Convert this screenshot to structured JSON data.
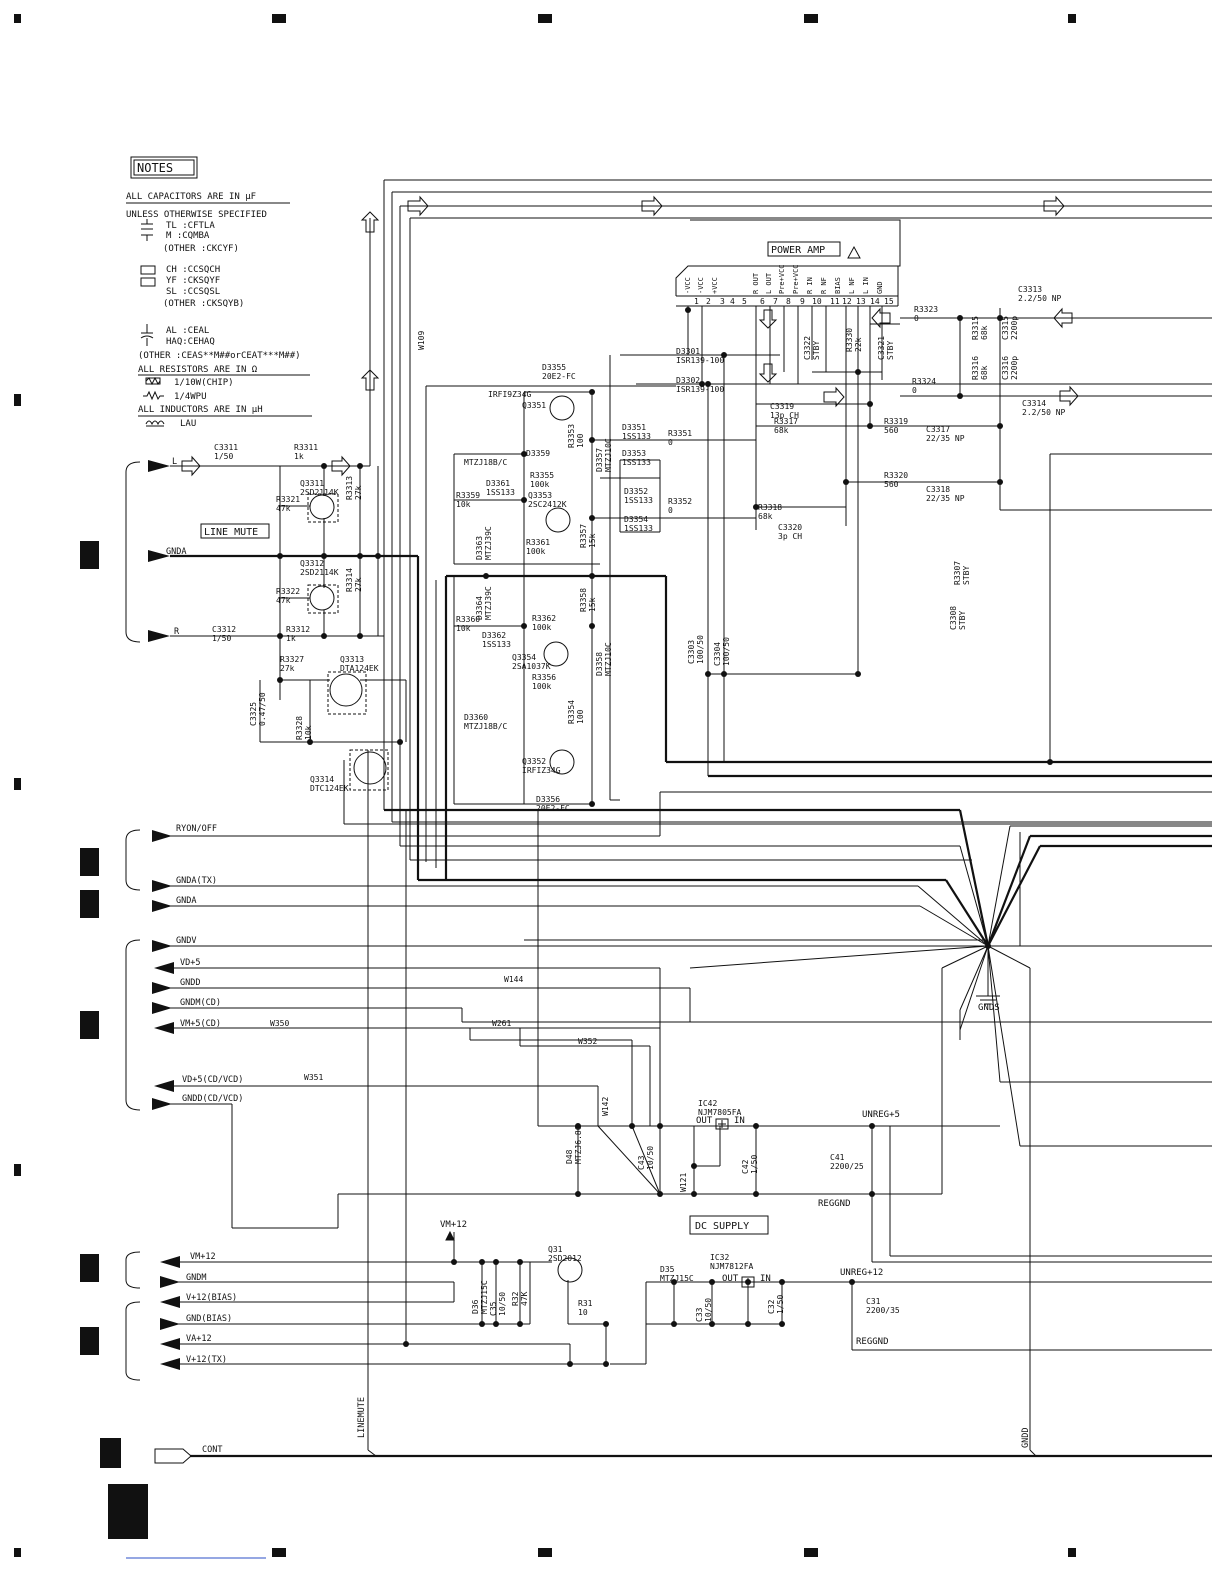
{
  "notes": {
    "title": "NOTES",
    "lines": [
      "ALL CAPACITORS ARE IN μF",
      "UNLESS OTHERWISE SPECIFIED",
      "TL :CFTLA",
      "M :CQMBA",
      "(OTHER :CKCYF)",
      "CH :CCSQCH",
      "YF :CKSQYF",
      "SL :CCSQSL",
      "(OTHER :CKSQYB)",
      "AL :CEAL",
      "HAQ:CEHAQ",
      "(OTHER :CEAS**M##orCEAT***M##)",
      "ALL RESISTORS ARE IN Ω",
      "1/10W(CHIP)",
      "1/4WPU",
      "ALL INDUCTORS ARE IN μH",
      "LAU"
    ]
  },
  "blocks": {
    "power_amp": "POWER AMP",
    "line_mute": "LINE MUTE",
    "dc_supply": "DC SUPPLY"
  },
  "ic_pins": [
    "-VCC",
    "-VCC",
    "+VCC",
    "",
    "",
    "R OUT",
    "L OUT",
    "Pre+VCC",
    "Pre+VCC",
    "R IN",
    "R NF",
    "BIAS",
    "L NF",
    "L IN",
    "GND"
  ],
  "ic_pin_numbers": [
    "1",
    "2",
    "3",
    "4",
    "5",
    "6",
    "7",
    "8",
    "9",
    "10",
    "11",
    "12",
    "13",
    "14",
    "15"
  ],
  "connectors_left": [
    "L",
    "GNDA",
    "R",
    "RYON/OFF",
    "GNDA(TX)",
    "GNDA",
    "GNDV",
    "VD+5",
    "GNDD",
    "GNDM(CD)",
    "VM+5(CD)",
    "VD+5(CD/VCD)",
    "GNDD(CD/VCD)",
    "VM+12",
    "GNDM",
    "V+12(BIAS)",
    "GND(BIAS)",
    "VA+12",
    "V+12(TX)",
    "CONT"
  ],
  "nets": {
    "gnds": "GNDS",
    "unreg5": "UNREG+5",
    "unreg12": "UNREG+12",
    "reggnd1": "REGGND",
    "reggnd2": "REGGND",
    "vm12": "VM+12",
    "linemute": "LINEMUTE",
    "gndd": "GNDD"
  },
  "parts": [
    {
      "ref": "C3311",
      "val": "1/50"
    },
    {
      "ref": "R3311",
      "val": "1k"
    },
    {
      "ref": "Q3311",
      "val": "2SD2114K"
    },
    {
      "ref": "R3321",
      "val": "47k"
    },
    {
      "ref": "R3313",
      "val": "27k"
    },
    {
      "ref": "Q3312",
      "val": "2SD2114K"
    },
    {
      "ref": "R3322",
      "val": "47k"
    },
    {
      "ref": "R3314",
      "val": "27k"
    },
    {
      "ref": "C3312",
      "val": "1/50"
    },
    {
      "ref": "R3312",
      "val": "1k"
    },
    {
      "ref": "R3327",
      "val": "27k"
    },
    {
      "ref": "Q3313",
      "val": "DTA124EK"
    },
    {
      "ref": "C3325",
      "val": "0.47/50"
    },
    {
      "ref": "R3328",
      "val": "10k"
    },
    {
      "ref": "Q3314",
      "val": "DTC124EK"
    },
    {
      "ref": "D3355",
      "val": "20E2-FC"
    },
    {
      "ref": "IRFI9Z34G",
      "val": ""
    },
    {
      "ref": "Q3351",
      "val": ""
    },
    {
      "ref": "D3359",
      "val": ""
    },
    {
      "ref": "MTZJ18B/C",
      "val": ""
    },
    {
      "ref": "R3353",
      "val": "100"
    },
    {
      "ref": "D3357",
      "val": "MTZJ10C"
    },
    {
      "ref": "R3355",
      "val": "100k"
    },
    {
      "ref": "D3361",
      "val": "1SS133"
    },
    {
      "ref": "R3359",
      "val": "10k"
    },
    {
      "ref": "Q3353",
      "val": "2SC2412K"
    },
    {
      "ref": "D3363",
      "val": "MTZJ39C"
    },
    {
      "ref": "R3361",
      "val": "100k"
    },
    {
      "ref": "R3357",
      "val": "15k"
    },
    {
      "ref": "D3364",
      "val": "MTZJ39C"
    },
    {
      "ref": "R3360",
      "val": "10k"
    },
    {
      "ref": "R3362",
      "val": "100k"
    },
    {
      "ref": "D3362",
      "val": "1SS133"
    },
    {
      "ref": "R3358",
      "val": "15k"
    },
    {
      "ref": "Q3354",
      "val": "2SA1037K"
    },
    {
      "ref": "R3356",
      "val": "100k"
    },
    {
      "ref": "D3358",
      "val": "MTZJ10C"
    },
    {
      "ref": "D3360",
      "val": "MTZJ18B/C"
    },
    {
      "ref": "R3354",
      "val": "100"
    },
    {
      "ref": "Q3352",
      "val": "IRFIZ34G"
    },
    {
      "ref": "D3356",
      "val": "20E2-FC"
    },
    {
      "ref": "D3301",
      "val": "ISR139-100"
    },
    {
      "ref": "D3302",
      "val": "ISR139-100"
    },
    {
      "ref": "D3351",
      "val": "1SS133"
    },
    {
      "ref": "R3351",
      "val": "0"
    },
    {
      "ref": "D3353",
      "val": "1SS133"
    },
    {
      "ref": "D3352",
      "val": "1SS133"
    },
    {
      "ref": "R3352",
      "val": "0"
    },
    {
      "ref": "D3354",
      "val": "1SS133"
    },
    {
      "ref": "C3322",
      "val": "STBY"
    },
    {
      "ref": "R3330",
      "val": "22k"
    },
    {
      "ref": "C3321",
      "val": "STBY"
    },
    {
      "ref": "R3323",
      "val": "0"
    },
    {
      "ref": "R3324",
      "val": "0"
    },
    {
      "ref": "C3319",
      "val": "13p CH"
    },
    {
      "ref": "R3317",
      "val": "68k"
    },
    {
      "ref": "R3319",
      "val": "560"
    },
    {
      "ref": "C3317",
      "val": "22/35 NP"
    },
    {
      "ref": "R3320",
      "val": "560"
    },
    {
      "ref": "C3318",
      "val": "22/35 NP"
    },
    {
      "ref": "R3318",
      "val": "68k"
    },
    {
      "ref": "C3320",
      "val": "3p CH"
    },
    {
      "ref": "R3315",
      "val": "68k"
    },
    {
      "ref": "R3316",
      "val": "68k"
    },
    {
      "ref": "C3315",
      "val": "2200p"
    },
    {
      "ref": "C3316",
      "val": "2200p"
    },
    {
      "ref": "C3313",
      "val": "2.2/50 NP"
    },
    {
      "ref": "C3314",
      "val": "2.2/50 NP"
    },
    {
      "ref": "R3307",
      "val": "STBY"
    },
    {
      "ref": "C3308",
      "val": "STBY"
    },
    {
      "ref": "C3303",
      "val": "100/50"
    },
    {
      "ref": "C3304",
      "val": "100/50"
    },
    {
      "ref": "W109",
      "val": ""
    },
    {
      "ref": "W144",
      "val": ""
    },
    {
      "ref": "W350",
      "val": ""
    },
    {
      "ref": "W261",
      "val": ""
    },
    {
      "ref": "W352",
      "val": ""
    },
    {
      "ref": "W351",
      "val": ""
    },
    {
      "ref": "W142",
      "val": ""
    },
    {
      "ref": "W121",
      "val": ""
    },
    {
      "ref": "IC42",
      "val": "NJM7805FA"
    },
    {
      "ref": "D48",
      "val": "MTZJ6.8C"
    },
    {
      "ref": "C43",
      "val": "10/50"
    },
    {
      "ref": "C42",
      "val": "1/50"
    },
    {
      "ref": "C41",
      "val": "2200/25"
    },
    {
      "ref": "Q31",
      "val": "2SD2012"
    },
    {
      "ref": "D36",
      "val": "MTZJ15C"
    },
    {
      "ref": "C35",
      "val": "10/50"
    },
    {
      "ref": "R32",
      "val": "47K"
    },
    {
      "ref": "R31",
      "val": "10"
    },
    {
      "ref": "D35",
      "val": "MTZJ15C"
    },
    {
      "ref": "C33",
      "val": "10/50"
    },
    {
      "ref": "IC32",
      "val": "NJM7812FA"
    },
    {
      "ref": "C32",
      "val": "1/50"
    },
    {
      "ref": "C31",
      "val": "2200/35"
    }
  ],
  "ic_io": {
    "out": "OUT",
    "in": "IN"
  },
  "ic2_io": {
    "out": "OUT",
    "in": "IN"
  }
}
